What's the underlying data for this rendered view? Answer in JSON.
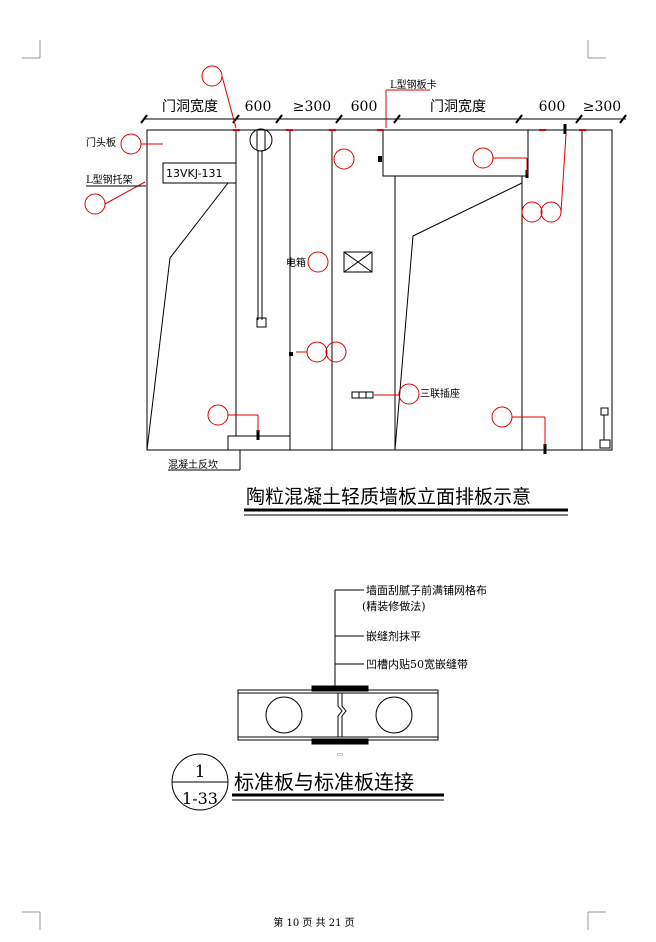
{
  "elevation": {
    "dims": [
      "门洞宽度",
      "600",
      "≥300",
      "600",
      "门洞宽度",
      "600",
      "≥300"
    ],
    "labels": {
      "door_head_board": "门头板",
      "l_steel_clamp": "L型钢托架",
      "l_steel_plate": "L型钢板卡",
      "beam_code": "13VKJ-131",
      "electric_box": "电箱",
      "triple_socket": "三联插座",
      "concrete_curb": "混凝土反坎"
    },
    "title": "陶粒混凝土轻质墙板立面排板示意"
  },
  "joint_detail": {
    "notes": [
      "墙面刮腻子前满铺网格布",
      "(精装修做法)",
      "嵌缝剂抹平",
      "凹槽内贴50宽嵌缝带"
    ],
    "title": "标准板与标准板连接",
    "ref_num": "1",
    "ref_page": "1-33"
  },
  "footer": {
    "page_text": "第 10 页 共 21 页"
  },
  "colors": {
    "line": "#000000",
    "callout": "#e00000",
    "accent": "#00b0c8"
  }
}
